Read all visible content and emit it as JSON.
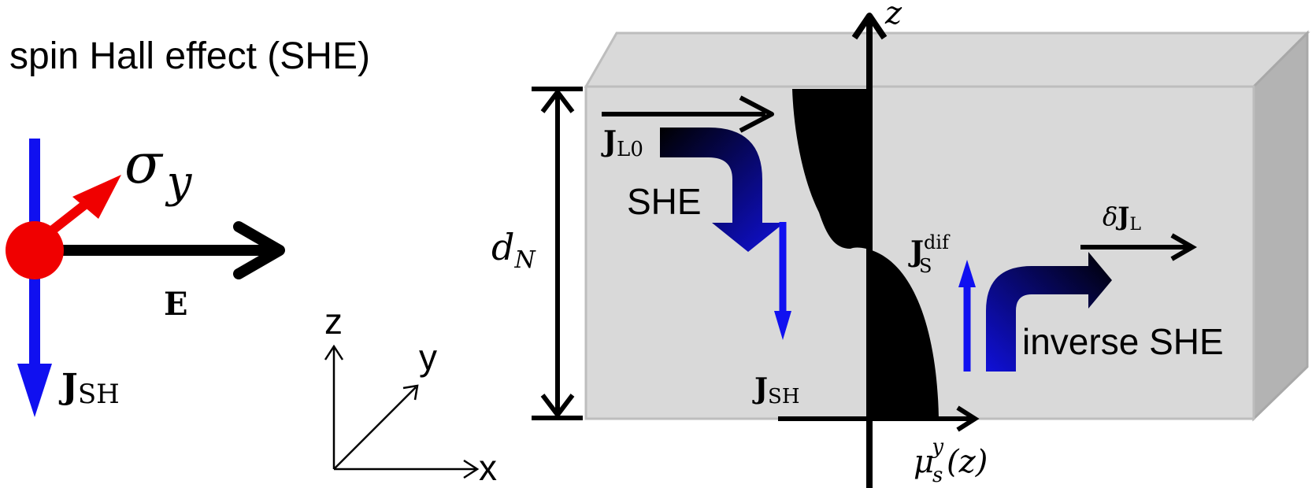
{
  "title": "spin Hall effect (SHE)",
  "left_diagram": {
    "sigma_symbol": "σ",
    "sigma_subscript": "y",
    "e_field_label": "E",
    "jsh_symbol": "J",
    "jsh_subscript": "SH"
  },
  "axes": {
    "z": "z",
    "y": "y",
    "x": "x"
  },
  "block": {
    "thickness_label": "d",
    "thickness_subscript": "N",
    "z_axis_label": "z",
    "jl0_symbol": "J",
    "jl0_subscript": "L0",
    "she_label": "SHE",
    "jsh_symbol": "J",
    "jsh_subscript": "SH",
    "jsdif_symbol": "J",
    "jsdif_subscript": "S",
    "jsdif_superscript": "dif",
    "delta_jl_delta": "δ",
    "delta_jl_symbol": "J",
    "delta_jl_subscript": "L",
    "inverse_she_label": "inverse SHE",
    "mu_symbol": "μ",
    "mu_subscript": "s",
    "mu_superscript": "y",
    "mu_argument": "(z)"
  },
  "colors": {
    "spin": "#f00000",
    "current_arrow": "#1010f0",
    "block_front": "#d9d9d9",
    "block_side": "#b3b3b3",
    "gradient_start": "#000000",
    "gradient_end": "#1010d8"
  }
}
